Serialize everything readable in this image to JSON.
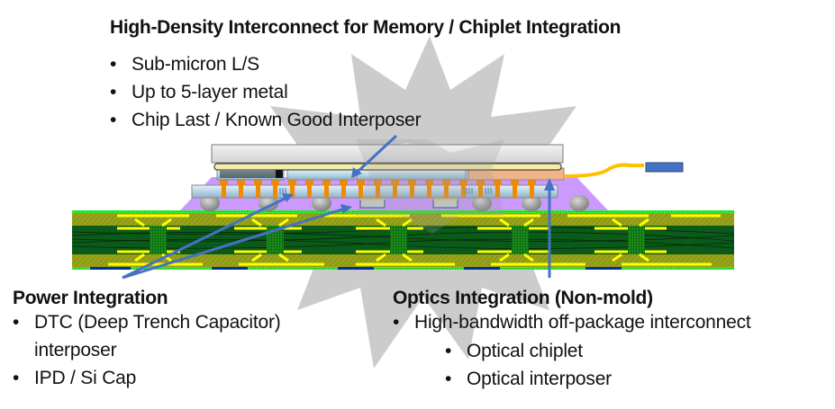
{
  "top_section": {
    "title": "High-Density Interconnect for Memory / Chiplet Integration",
    "bullets": [
      "Sub-micron L/S",
      "Up to 5-layer metal",
      "Chip Last / Known Good Interposer"
    ]
  },
  "power_section": {
    "title": "Power Integration",
    "bullets": [
      "DTC (Deep Trench Capacitor)",
      "interposer",
      "IPD / Si Cap"
    ]
  },
  "optics_section": {
    "title": "Optics Integration (Non-mold)",
    "bullets": [
      "High-bandwidth off-package interconnect"
    ],
    "sub_bullets": [
      "Optical chiplet",
      "Optical interposer"
    ]
  },
  "bullet_glyph": "•",
  "colors": {
    "arrow": "#4472c4",
    "watermark": "#c8c8c8",
    "lid": "#e6e6e6",
    "tim": "#f2eeaa",
    "chiplet": "#c5dbe8",
    "optical_chiplet": "#f3b38a",
    "interposer": "#b9d3e0",
    "mold_purple": "#cc99ff",
    "pillar": "#f08a00",
    "bump": "#9a9a9a",
    "substrate_green": "#33ee33",
    "substrate_olive": "#99a31a",
    "core_dark": "#0b5a1a",
    "trace_yellow": "#ffff00",
    "fiber": "#ffc000",
    "connector": "#4472c4",
    "pad_blue": "#003399"
  }
}
